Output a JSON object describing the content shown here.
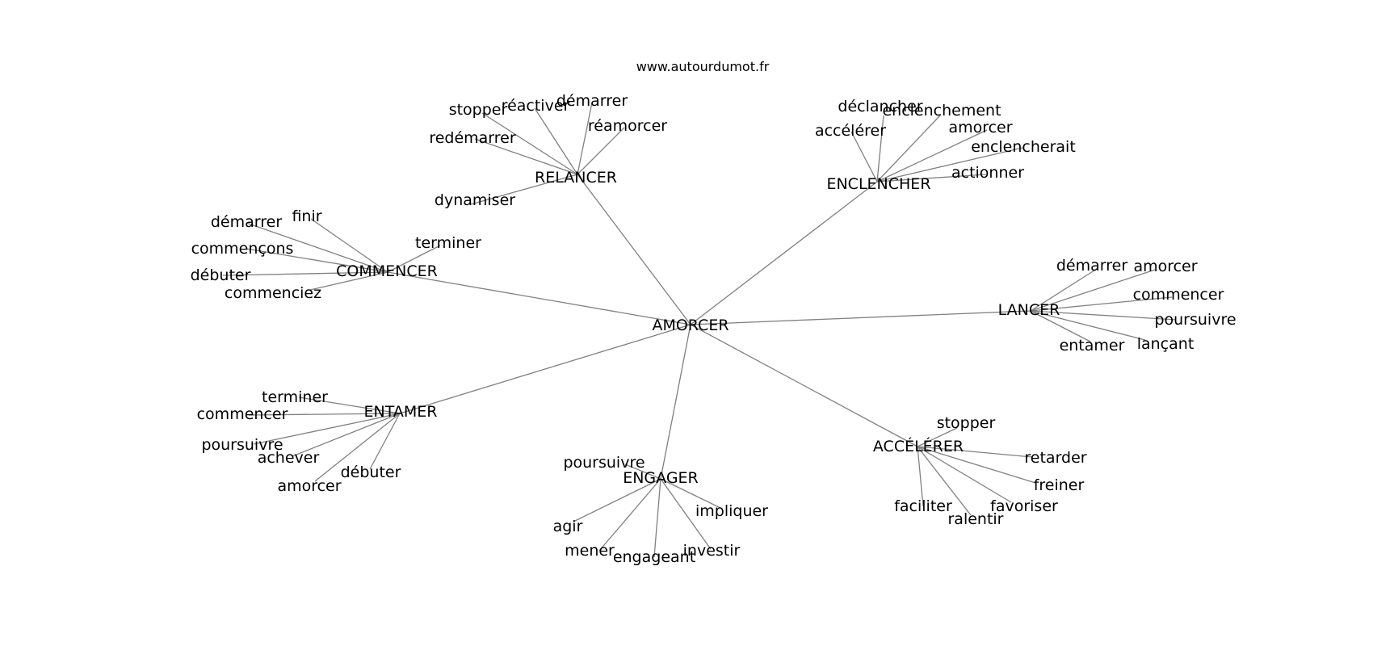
{
  "source": "www.autourdumot.fr",
  "graph": {
    "center": "AMORCER",
    "hubs": [
      {
        "id": "relancer",
        "label": "RELANCER",
        "leaves": [
          "stopper",
          "réactiver",
          "démarrer",
          "réamorcer",
          "redémarrer",
          "dynamiser"
        ]
      },
      {
        "id": "enclencher",
        "label": "ENCLENCHER",
        "leaves": [
          "déclancher",
          "enclenchement",
          "accélérer",
          "amorcer",
          "enclencherait",
          "actionner"
        ]
      },
      {
        "id": "commencer",
        "label": "COMMENCER",
        "leaves": [
          "démarrer",
          "finir",
          "commençons",
          "terminer",
          "débuter",
          "commenciez"
        ]
      },
      {
        "id": "lancer",
        "label": "LANCER",
        "leaves": [
          "démarrer",
          "amorcer",
          "commencer",
          "poursuivre",
          "lançant",
          "entamer"
        ]
      },
      {
        "id": "entamer",
        "label": "ENTAMER",
        "leaves": [
          "terminer",
          "commencer",
          "poursuivre",
          "achever",
          "débuter",
          "amorcer"
        ]
      },
      {
        "id": "engager",
        "label": "ENGAGER",
        "leaves": [
          "poursuivre",
          "impliquer",
          "agir",
          "mener",
          "engageant",
          "investir"
        ]
      },
      {
        "id": "accelerer",
        "label": "ACCÉLÉRER",
        "leaves": [
          "stopper",
          "retarder",
          "freiner",
          "favoriser",
          "faciliter",
          "ralentir"
        ]
      }
    ]
  }
}
